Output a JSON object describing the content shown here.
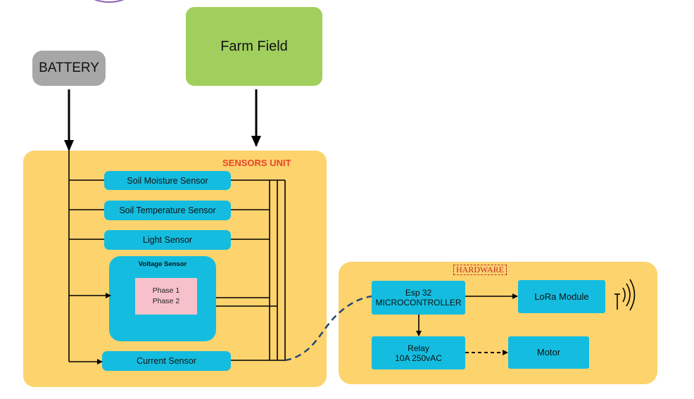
{
  "nodes": {
    "battery": "BATTERY",
    "farm_field": "Farm Field",
    "sensors_unit_title": "SENSORS UNIT",
    "soil_moisture": "Soil Moisture Sensor",
    "soil_temperature": "Soil Temperature Sensor",
    "light": "Light  Sensor",
    "voltage_sensor": "Voltage Sensor",
    "phase_1": "Phase 1",
    "phase_2": "Phase 2",
    "current_sensor": "Current Sensor",
    "hardware_title": "HARDWARE",
    "esp32_line1": "Esp 32",
    "esp32_line2": "MICROCONTROLLER",
    "lora": "LoRa Module",
    "relay_line1": "Relay",
    "relay_line2": "10A 250vAC",
    "motor": "Motor"
  },
  "icons": {
    "antenna": "antenna-signal-icon"
  },
  "colors": {
    "sensor_box": "#14bde0",
    "panel": "#fdd36d",
    "farm_field": "#a1cf5e",
    "battery": "#a7a7a7",
    "phase_box": "#f7c1cc",
    "title_red": "#e8452a",
    "dashed_link": "#1f4a73"
  }
}
